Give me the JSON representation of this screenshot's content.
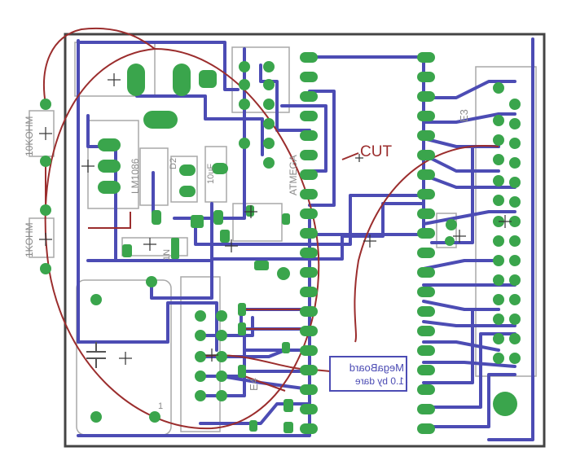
{
  "colors": {
    "background": "#ffffff",
    "outline": "#444444",
    "silk": "#a8a8a8",
    "trace": "#4c4cb4",
    "pad": "#3aa54c",
    "airwire": "#9b2d2d"
  },
  "labels": {
    "res_10k": "10KOHM",
    "res_1k": "1KOHM",
    "lm1086": "LM1086",
    "d2": "D2",
    "d1": "1N",
    "c_left": "10uF",
    "ic": "ATMEGA",
    "cut": "CUT",
    "label_1": "1",
    "e3": "E3",
    "e4": "E4"
  },
  "mirrored": {
    "board_name": "MegaBoard",
    "version": "1.0 by dare"
  }
}
